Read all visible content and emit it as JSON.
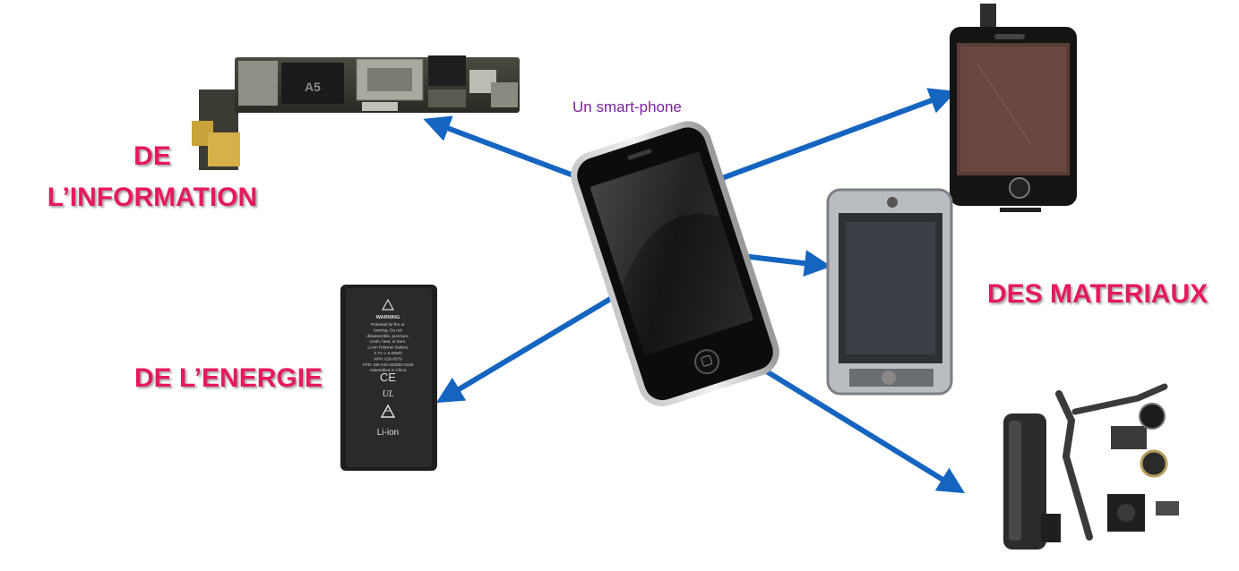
{
  "center": {
    "caption": "Un smart-phone"
  },
  "labels": {
    "information": [
      "DE",
      "L’INFORMATION"
    ],
    "energy": "DE L’ENERGIE",
    "materials": "DES MATERIAUX"
  },
  "battery": {
    "warning": "WARNING",
    "text_lines": [
      "Potential for fire or",
      "burning. Do not",
      "disassemble, puncture,",
      "crush, heat, or burn.",
      "Li-ion Polymer Battery",
      "3.7V ═ 5.25Wh",
      "APN: 616-0579",
      "VPN: GB-S10-423382-0100",
      "Assembled in China"
    ],
    "ce_mark": "CE",
    "ul_mark": "UL",
    "chemistry": "Li-ion"
  },
  "chip": {
    "marking": "A5"
  },
  "colors": {
    "label": "#e6195f",
    "caption": "#7b1fa2",
    "arrow": "#1565c0"
  }
}
